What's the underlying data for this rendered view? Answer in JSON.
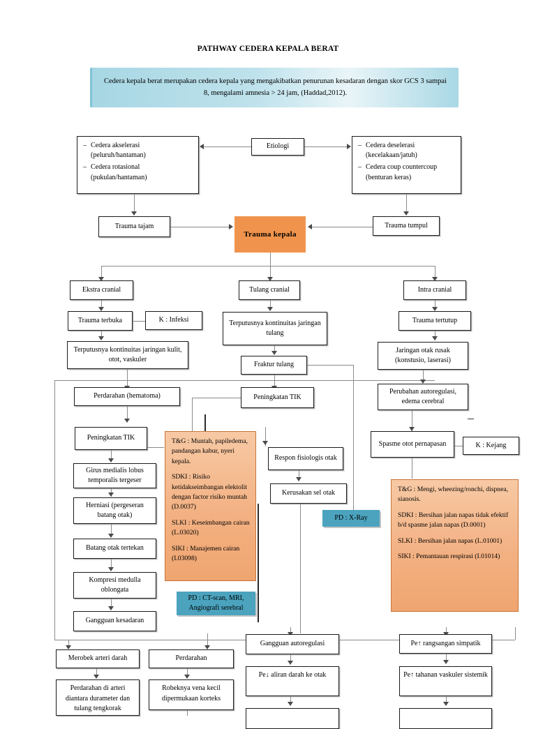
{
  "page": {
    "title": "PATHWAY CEDERA KEPALA BERAT",
    "intro": "Cedera kepala berat merupakan cedera kepala yang mengakibatkan penurunan kesadaran dengan skor GCS 3 sampai 8, mengalami amnesia > 24 jam, (Haddad,2012)."
  },
  "colors": {
    "orange_node": "#F0944D",
    "teal_node": "#4BA3BE",
    "panel_orange": "#F3B183",
    "intro_blue": "#A7D7E4",
    "border": "#1A1A1A",
    "connector": "#8A8A8A"
  },
  "nodes": {
    "etiologi": "Etiologi",
    "left_causes": {
      "items": [
        {
          "dash": "–",
          "text": "Cedera akselerasi (peluruh/hantaman)"
        },
        {
          "dash": "–",
          "text": "Cedera rotasional (pukulan/hantaman)"
        }
      ]
    },
    "right_causes": {
      "items": [
        {
          "dash": "–",
          "text": "Cedera deselerasi (kecelakaan/jatuh)"
        },
        {
          "dash": "–",
          "text": "Cedera coup countercoup (benturan keras)"
        }
      ]
    },
    "trauma_tajam": "Trauma tajam",
    "trauma_kepala": "Trauma kepala",
    "trauma_tumpul": "Trauma tumpul",
    "ekstra_cranial": "Ekstra cranial",
    "tulang_cranial": "Tulang cranial",
    "intra_cranial": "Intra cranial",
    "trauma_terbuka": "Trauma terbuka",
    "k_infeksi": "K : Infeksi",
    "terputusnya_tulang": "Terputusnya kontinuitas jaringan tulang",
    "trauma_tertutup": "Trauma tertutup",
    "terputusnya_kulit": "Terputusnya kontinuitas jaringan kulit, otot, vaskuler",
    "fraktur_tulang": "Fraktur tulang",
    "jaringan_otak_rusak": "Jaringan otak rusak (konstusio, laserasi)",
    "perdarahan_hematoma": "Perdarahan (hematoma)",
    "peningkatan_tik_mid": "Peningkatan TIK",
    "perubahan_autoregulasi": "Perubahan autoregulasi, edema cerebral",
    "peningkatan_tik_left": "Peningkatan TIK",
    "respon_fisiologis": "Respon fisiologis otak",
    "spasme_otot": "Spasme otot pernapasan",
    "k_kejang": "K : Kejang",
    "girus_medialis": "Girus medialis lobus temporalis tergeser",
    "kerusakan_sel_otak": "Kerusakan sel otak",
    "herniasi": "Herniasi (pergeseran batang otak)",
    "pd_xray": "PD : X-Ray",
    "batang_otak": "Batang otak tertekan",
    "kompresi_medulla": "Kompresi medulla oblongata",
    "gangguan_kesadaran": "Gangguan kesadaran",
    "pd_ctscan": "PD : CT-scan, MRI, Angiografi serebral",
    "merobek_arteri": "Merobek arteri darah",
    "perdarahan": "Perdarahan",
    "gangguan_autoregulasi": "Gangguan autoregulasi",
    "pe_rangsangan_simpatik": "Pe↑ rangsangan simpatik",
    "perdarahan_arteri": "Perdarahan di arteri diantara durameter dan tulang tengkorak",
    "robeknya_vena": "Robeknya vena kecil dipermukaan korteks",
    "pe_aliran_darah": "Pe↓ aliran darah ke otak",
    "pe_tahanan_vaskuler": "Pe↑ tahanan vaskuler sistemik"
  },
  "panels": {
    "muntah": {
      "tg": "T&G : Muntah, papiledema, pandangan kabur, nyeri kepala.",
      "sdki": "SDKI : Risiko ketidakseimbangan elektolit dengan factor risiko muntah (D.0037)",
      "slki": "SLKI : Keseimbangan cairan (L.03020)",
      "siki": "SIKI : Manajemen cairan (I.03098)"
    },
    "napas": {
      "tg": "T&G : Mengi, wheezing/ronchi, dispnea, sianosis.",
      "sdki": "SDKI : Bersihan jalan napas tidak efektif b/d spasme jalan napas (D.0001)",
      "slki": "SLKI : Bersihan jalan napas (L.01001)",
      "siki": "SIKI : Pemantauan respirasi (I.01014)"
    }
  }
}
